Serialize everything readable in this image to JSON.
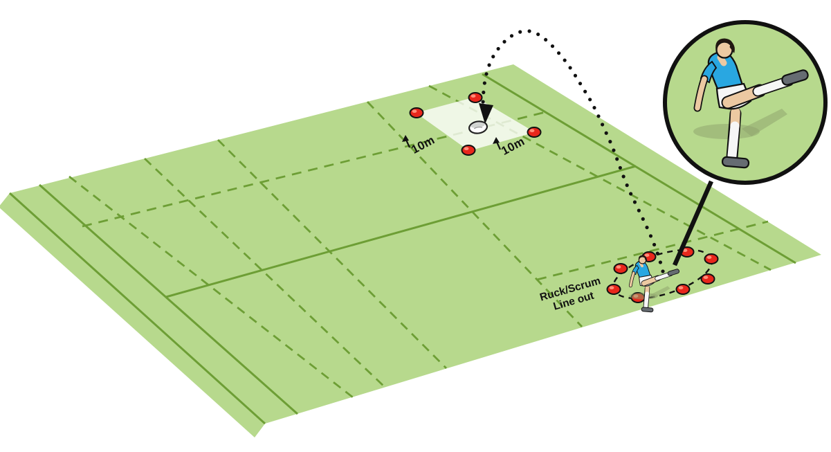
{
  "page": {
    "background": "#ffffff"
  },
  "colors": {
    "field_green": "#b7d98d",
    "line_green": "#6d9e35",
    "cone_red": "#e8271c",
    "cone_highlight": "#ff8f7a",
    "ink_black": "#111111",
    "shirt_blue": "#29a7e1",
    "skin_tone": "#ecc9a2",
    "kit_white": "#f6f6f6",
    "shoe_grey": "#666c72",
    "hair_dark": "#211711",
    "shadow_olive": "#8da26b",
    "ball_white": "#ffffff",
    "zone_pale": "#eef5e2"
  },
  "field": {
    "solid_line_count": 4,
    "dashed_line_count": 7
  },
  "target_zone": {
    "label_left": "10m",
    "label_right": "10m",
    "cone_count": 4
  },
  "kick_station": {
    "label_line1": "Ruck/Scrum",
    "label_line2": "Line out",
    "cone_count": 8
  },
  "inset": {
    "shape": "circle",
    "subject": "kicker-close-up"
  }
}
